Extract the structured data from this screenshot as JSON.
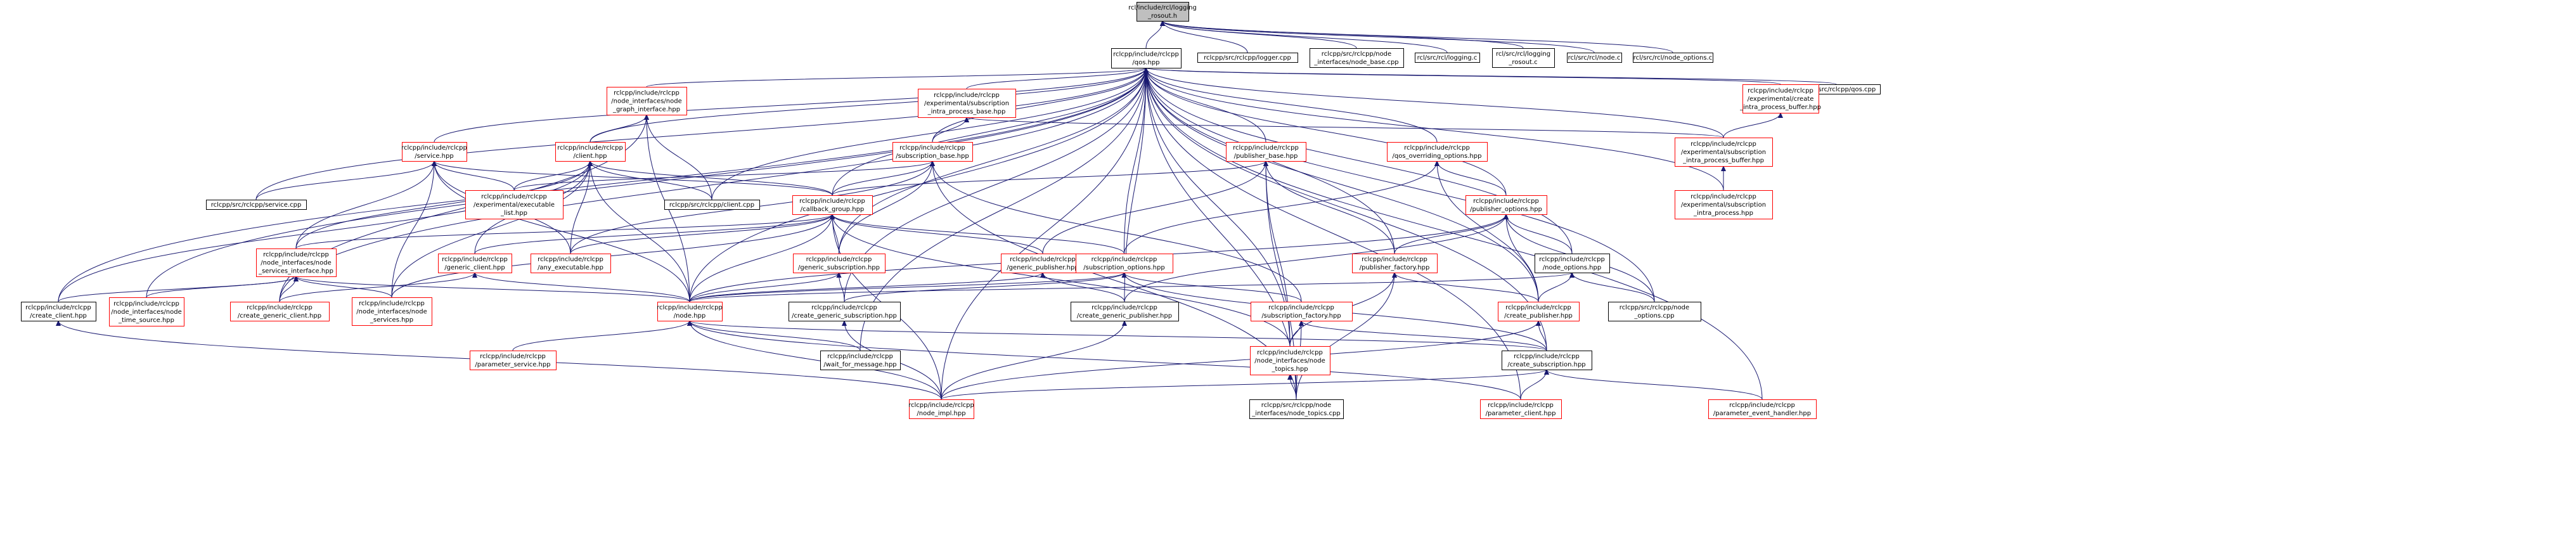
{
  "diagram": {
    "type": "include-dependency-graph",
    "colors": {
      "root_fill": "#bfbfbf",
      "node_fill": "#ffffff",
      "normal_border": "#000000",
      "truncated_border": "#ff0000",
      "edge": "#191970"
    },
    "nodes": [
      {
        "id": "root",
        "lines": [
          "rcl/include/rcl/logging",
          "_rosout.h"
        ],
        "style": "root"
      },
      {
        "id": "qos",
        "lines": [
          "rclcpp/include/rclcpp",
          "/qos.hpp"
        ],
        "style": "normal"
      },
      {
        "id": "logger_cpp",
        "lines": [
          "rclcpp/src/rclcpp/logger.cpp"
        ],
        "style": "normal"
      },
      {
        "id": "node_base_cpp",
        "lines": [
          "rclcpp/src/rclcpp/node",
          "_interfaces/node_base.cpp"
        ],
        "style": "normal"
      },
      {
        "id": "logging_c",
        "lines": [
          "rcl/src/rcl/logging.c"
        ],
        "style": "normal"
      },
      {
        "id": "logging_rosout_c",
        "lines": [
          "rcl/src/rcl/logging",
          "_rosout.c"
        ],
        "style": "normal"
      },
      {
        "id": "node_c",
        "lines": [
          "rcl/src/rcl/node.c"
        ],
        "style": "normal"
      },
      {
        "id": "node_options_c",
        "lines": [
          "rcl/src/rcl/node_options.c"
        ],
        "style": "normal"
      },
      {
        "id": "qos_cpp",
        "lines": [
          "rclcpp/src/rclcpp/qos.cpp"
        ],
        "style": "normal"
      },
      {
        "id": "node_graph_if",
        "lines": [
          "rclcpp/include/rclcpp",
          "/node_interfaces/node",
          "_graph_interface.hpp"
        ],
        "style": "truncated"
      },
      {
        "id": "sub_intra_base",
        "lines": [
          "rclcpp/include/rclcpp",
          "/experimental/subscription",
          "_intra_process_base.hpp"
        ],
        "style": "truncated"
      },
      {
        "id": "create_ipb",
        "lines": [
          "rclcpp/include/rclcpp",
          "/experimental/create",
          "_intra_process_buffer.hpp"
        ],
        "style": "truncated"
      },
      {
        "id": "service_hpp",
        "lines": [
          "rclcpp/include/rclcpp",
          "/service.hpp"
        ],
        "style": "truncated"
      },
      {
        "id": "client_hpp",
        "lines": [
          "rclcpp/include/rclcpp",
          "/client.hpp"
        ],
        "style": "truncated"
      },
      {
        "id": "subscription_base",
        "lines": [
          "rclcpp/include/rclcpp",
          "/subscription_base.hpp"
        ],
        "style": "truncated"
      },
      {
        "id": "publisher_base",
        "lines": [
          "rclcpp/include/rclcpp",
          "/publisher_base.hpp"
        ],
        "style": "truncated"
      },
      {
        "id": "qos_overriding",
        "lines": [
          "rclcpp/include/rclcpp",
          "/qos_overriding_options.hpp"
        ],
        "style": "truncated"
      },
      {
        "id": "sub_ipb",
        "lines": [
          "rclcpp/include/rclcpp",
          "/experimental/subscription",
          "_intra_process_buffer.hpp"
        ],
        "style": "truncated"
      },
      {
        "id": "service_cpp",
        "lines": [
          "rclcpp/src/rclcpp/service.cpp"
        ],
        "style": "normal"
      },
      {
        "id": "exec_list",
        "lines": [
          "rclcpp/include/rclcpp",
          "/experimental/executable",
          "_list.hpp"
        ],
        "style": "truncated"
      },
      {
        "id": "client_cpp",
        "lines": [
          "rclcpp/src/rclcpp/client.cpp"
        ],
        "style": "normal"
      },
      {
        "id": "callback_group",
        "lines": [
          "rclcpp/include/rclcpp",
          "/callback_group.hpp"
        ],
        "style": "truncated"
      },
      {
        "id": "publisher_options",
        "lines": [
          "rclcpp/include/rclcpp",
          "/publisher_options.hpp"
        ],
        "style": "truncated"
      },
      {
        "id": "sub_intra",
        "lines": [
          "rclcpp/include/rclcpp",
          "/experimental/subscription",
          "_intra_process.hpp"
        ],
        "style": "truncated"
      },
      {
        "id": "node_services_if",
        "lines": [
          "rclcpp/include/rclcpp",
          "/node_interfaces/node",
          "_services_interface.hpp"
        ],
        "style": "truncated"
      },
      {
        "id": "generic_client",
        "lines": [
          "rclcpp/include/rclcpp",
          "/generic_client.hpp"
        ],
        "style": "truncated"
      },
      {
        "id": "any_executable",
        "lines": [
          "rclcpp/include/rclcpp",
          "/any_executable.hpp"
        ],
        "style": "truncated"
      },
      {
        "id": "generic_subscription",
        "lines": [
          "rclcpp/include/rclcpp",
          "/generic_subscription.hpp"
        ],
        "style": "truncated"
      },
      {
        "id": "generic_publisher",
        "lines": [
          "rclcpp/include/rclcpp",
          "/generic_publisher.hpp"
        ],
        "style": "truncated"
      },
      {
        "id": "subscription_options",
        "lines": [
          "rclcpp/include/rclcpp",
          "/subscription_options.hpp"
        ],
        "style": "truncated"
      },
      {
        "id": "publisher_factory",
        "lines": [
          "rclcpp/include/rclcpp",
          "/publisher_factory.hpp"
        ],
        "style": "truncated"
      },
      {
        "id": "node_options",
        "lines": [
          "rclcpp/include/rclcpp",
          "/node_options.hpp"
        ],
        "style": "normal"
      },
      {
        "id": "create_client",
        "lines": [
          "rclcpp/include/rclcpp",
          "/create_client.hpp"
        ],
        "style": "normal"
      },
      {
        "id": "node_time_source",
        "lines": [
          "rclcpp/include/rclcpp",
          "/node_interfaces/node",
          "_time_source.hpp"
        ],
        "style": "truncated"
      },
      {
        "id": "create_generic_client",
        "lines": [
          "rclcpp/include/rclcpp",
          "/create_generic_client.hpp"
        ],
        "style": "truncated"
      },
      {
        "id": "node_services",
        "lines": [
          "rclcpp/include/rclcpp",
          "/node_interfaces/node",
          "_services.hpp"
        ],
        "style": "truncated"
      },
      {
        "id": "node_hpp",
        "lines": [
          "rclcpp/include/rclcpp",
          "/node.hpp"
        ],
        "style": "truncated"
      },
      {
        "id": "create_generic_subscription",
        "lines": [
          "rclcpp/include/rclcpp",
          "/create_generic_subscription.hpp"
        ],
        "style": "normal"
      },
      {
        "id": "create_generic_publisher",
        "lines": [
          "rclcpp/include/rclcpp",
          "/create_generic_publisher.hpp"
        ],
        "style": "normal"
      },
      {
        "id": "subscription_factory",
        "lines": [
          "rclcpp/include/rclcpp",
          "/subscription_factory.hpp"
        ],
        "style": "truncated"
      },
      {
        "id": "create_publisher",
        "lines": [
          "rclcpp/include/rclcpp",
          "/create_publisher.hpp"
        ],
        "style": "truncated"
      },
      {
        "id": "node_options_cpp",
        "lines": [
          "rclcpp/src/rclcpp/node",
          "_options.cpp"
        ],
        "style": "normal"
      },
      {
        "id": "parameter_service",
        "lines": [
          "rclcpp/include/rclcpp",
          "/parameter_service.hpp"
        ],
        "style": "truncated"
      },
      {
        "id": "wait_for_message",
        "lines": [
          "rclcpp/include/rclcpp",
          "/wait_for_message.hpp"
        ],
        "style": "normal"
      },
      {
        "id": "node_topics_hpp",
        "lines": [
          "rclcpp/include/rclcpp",
          "/node_interfaces/node",
          "_topics.hpp"
        ],
        "style": "truncated"
      },
      {
        "id": "create_subscription",
        "lines": [
          "rclcpp/include/rclcpp",
          "/create_subscription.hpp"
        ],
        "style": "normal"
      },
      {
        "id": "node_impl",
        "lines": [
          "rclcpp/include/rclcpp",
          "/node_impl.hpp"
        ],
        "style": "truncated"
      },
      {
        "id": "node_topics_cpp",
        "lines": [
          "rclcpp/src/rclcpp/node",
          "_interfaces/node_topics.cpp"
        ],
        "style": "normal"
      },
      {
        "id": "parameter_client",
        "lines": [
          "rclcpp/include/rclcpp",
          "/parameter_client.hpp"
        ],
        "style": "truncated"
      },
      {
        "id": "parameter_event_handler",
        "lines": [
          "rclcpp/include/rclcpp",
          "/parameter_event_handler.hpp"
        ],
        "style": "truncated"
      }
    ],
    "edges": [
      [
        "qos",
        "root"
      ],
      [
        "logger_cpp",
        "root"
      ],
      [
        "node_base_cpp",
        "root"
      ],
      [
        "logging_c",
        "root"
      ],
      [
        "logging_rosout_c",
        "root"
      ],
      [
        "node_c",
        "root"
      ],
      [
        "node_options_c",
        "root"
      ],
      [
        "node_graph_if",
        "qos"
      ],
      [
        "sub_intra_base",
        "qos"
      ],
      [
        "create_ipb",
        "qos"
      ],
      [
        "qos_cpp",
        "qos"
      ],
      [
        "service_hpp",
        "qos"
      ],
      [
        "client_hpp",
        "qos"
      ],
      [
        "subscription_base",
        "qos"
      ],
      [
        "publisher_base",
        "qos"
      ],
      [
        "qos_overriding",
        "qos"
      ],
      [
        "sub_ipb",
        "qos"
      ],
      [
        "service_cpp",
        "qos"
      ],
      [
        "client_cpp",
        "qos"
      ],
      [
        "callback_group",
        "qos"
      ],
      [
        "publisher_options",
        "qos"
      ],
      [
        "sub_intra",
        "qos"
      ],
      [
        "node_options",
        "qos"
      ],
      [
        "create_client",
        "qos"
      ],
      [
        "node_time_source",
        "qos"
      ],
      [
        "create_generic_client",
        "qos"
      ],
      [
        "generic_subscription",
        "qos"
      ],
      [
        "subscription_options",
        "qos"
      ],
      [
        "publisher_factory",
        "qos"
      ],
      [
        "node_hpp",
        "qos"
      ],
      [
        "create_generic_subscription",
        "qos"
      ],
      [
        "create_generic_publisher",
        "qos"
      ],
      [
        "create_publisher",
        "qos"
      ],
      [
        "node_options_cpp",
        "qos"
      ],
      [
        "wait_for_message",
        "qos"
      ],
      [
        "node_topics_hpp",
        "qos"
      ],
      [
        "create_subscription",
        "qos"
      ],
      [
        "node_impl",
        "qos"
      ],
      [
        "node_topics_cpp",
        "qos"
      ],
      [
        "parameter_client",
        "qos"
      ],
      [
        "parameter_event_handler",
        "qos"
      ],
      [
        "client_hpp",
        "node_graph_if"
      ],
      [
        "client_cpp",
        "node_graph_if"
      ],
      [
        "node_hpp",
        "node_graph_if"
      ],
      [
        "create_generic_client",
        "node_graph_if"
      ],
      [
        "subscription_base",
        "sub_intra_base"
      ],
      [
        "sub_ipb",
        "sub_intra_base"
      ],
      [
        "sub_ipb",
        "create_ipb"
      ],
      [
        "sub_intra",
        "sub_ipb"
      ],
      [
        "service_cpp",
        "service_hpp"
      ],
      [
        "exec_list",
        "service_hpp"
      ],
      [
        "callback_group",
        "service_hpp"
      ],
      [
        "node_services_if",
        "service_hpp"
      ],
      [
        "any_executable",
        "service_hpp"
      ],
      [
        "node_hpp",
        "service_hpp"
      ],
      [
        "node_services",
        "service_hpp"
      ],
      [
        "client_cpp",
        "client_hpp"
      ],
      [
        "exec_list",
        "client_hpp"
      ],
      [
        "callback_group",
        "client_hpp"
      ],
      [
        "node_services_if",
        "client_hpp"
      ],
      [
        "generic_client",
        "client_hpp"
      ],
      [
        "any_executable",
        "client_hpp"
      ],
      [
        "create_client",
        "client_hpp"
      ],
      [
        "node_services",
        "client_hpp"
      ],
      [
        "node_hpp",
        "client_hpp"
      ],
      [
        "exec_list",
        "subscription_base"
      ],
      [
        "callback_group",
        "subscription_base"
      ],
      [
        "generic_subscription",
        "subscription_base"
      ],
      [
        "subscription_factory",
        "subscription_base"
      ],
      [
        "node_topics_cpp",
        "subscription_base"
      ],
      [
        "any_executable",
        "subscription_base"
      ],
      [
        "callback_group",
        "publisher_base"
      ],
      [
        "generic_publisher",
        "publisher_base"
      ],
      [
        "publisher_factory",
        "publisher_base"
      ],
      [
        "node_topics_hpp",
        "publisher_base"
      ],
      [
        "node_topics_cpp",
        "publisher_base"
      ],
      [
        "publisher_options",
        "qos_overriding"
      ],
      [
        "subscription_options",
        "qos_overriding"
      ],
      [
        "create_publisher",
        "qos_overriding"
      ],
      [
        "node_services_if",
        "callback_group"
      ],
      [
        "generic_client",
        "callback_group"
      ],
      [
        "any_executable",
        "callback_group"
      ],
      [
        "generic_subscription",
        "callback_group"
      ],
      [
        "generic_publisher",
        "callback_group"
      ],
      [
        "subscription_options",
        "callback_group"
      ],
      [
        "node_hpp",
        "callback_group"
      ],
      [
        "node_services",
        "callback_group"
      ],
      [
        "node_topics_hpp",
        "callback_group"
      ],
      [
        "node_impl",
        "callback_group"
      ],
      [
        "publisher_factory",
        "publisher_options"
      ],
      [
        "node_options",
        "publisher_options"
      ],
      [
        "create_publisher",
        "publisher_options"
      ],
      [
        "create_generic_publisher",
        "publisher_options"
      ],
      [
        "node_hpp",
        "publisher_options"
      ],
      [
        "node_options_cpp",
        "publisher_options"
      ],
      [
        "create_client",
        "node_services_if"
      ],
      [
        "node_time_source",
        "node_services_if"
      ],
      [
        "create_generic_client",
        "node_services_if"
      ],
      [
        "node_services",
        "node_services_if"
      ],
      [
        "node_hpp",
        "node_services_if"
      ],
      [
        "create_generic_client",
        "generic_client"
      ],
      [
        "node_hpp",
        "generic_client"
      ],
      [
        "node_hpp",
        "generic_subscription"
      ],
      [
        "create_generic_subscription",
        "generic_subscription"
      ],
      [
        "node_hpp",
        "generic_publisher"
      ],
      [
        "create_generic_publisher",
        "generic_publisher"
      ],
      [
        "subscription_factory",
        "subscription_options"
      ],
      [
        "create_generic_subscription",
        "subscription_options"
      ],
      [
        "create_subscription",
        "subscription_options"
      ],
      [
        "node_hpp",
        "subscription_options"
      ],
      [
        "create_publisher",
        "publisher_factory"
      ],
      [
        "node_topics_hpp",
        "publisher_factory"
      ],
      [
        "node_topics_cpp",
        "publisher_factory"
      ],
      [
        "create_publisher",
        "node_options"
      ],
      [
        "node_hpp",
        "node_options"
      ],
      [
        "node_options_cpp",
        "node_options"
      ],
      [
        "node_impl",
        "create_client"
      ],
      [
        "parameter_service",
        "node_hpp"
      ],
      [
        "wait_for_message",
        "node_hpp"
      ],
      [
        "node_impl",
        "node_hpp"
      ],
      [
        "parameter_client",
        "node_hpp"
      ],
      [
        "create_subscription",
        "node_hpp"
      ],
      [
        "create_subscription",
        "subscription_factory"
      ],
      [
        "node_topics_hpp",
        "subscription_factory"
      ],
      [
        "node_topics_cpp",
        "subscription_factory"
      ],
      [
        "node_impl",
        "create_publisher"
      ],
      [
        "create_subscription",
        "create_publisher"
      ],
      [
        "node_impl",
        "create_subscription"
      ],
      [
        "parameter_client",
        "create_subscription"
      ],
      [
        "parameter_event_handler",
        "create_subscription"
      ],
      [
        "node_impl",
        "create_generic_subscription"
      ],
      [
        "node_impl",
        "create_generic_publisher"
      ],
      [
        "node_topics_cpp",
        "node_topics_hpp"
      ]
    ]
  }
}
